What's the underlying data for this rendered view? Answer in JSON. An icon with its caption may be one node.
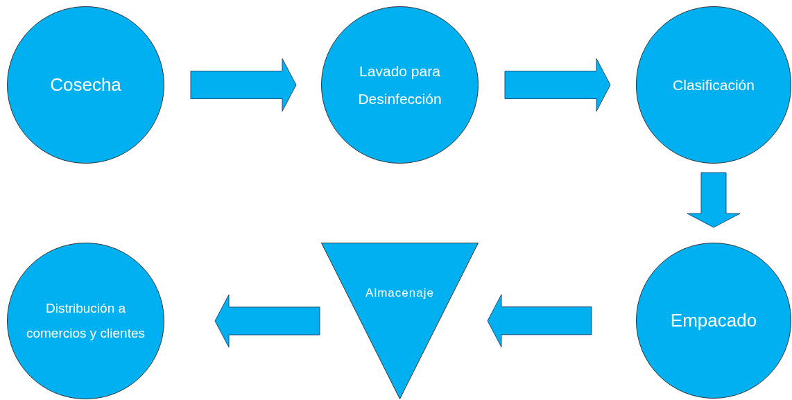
{
  "diagram": {
    "nodes": [
      {
        "text": [
          "Cosecha"
        ]
      },
      {
        "text": [
          "Lavado para Desinfección"
        ]
      },
      {
        "text": [
          "Clasificación"
        ]
      },
      {
        "text": [
          "Empacado"
        ]
      },
      {
        "text": [
          "Almacenaje"
        ]
      },
      {
        "text": [
          "Distribución a comercios y clientes"
        ]
      }
    ],
    "edges": [
      {
        "from": 0,
        "to": 1,
        "arrow": "to"
      },
      {
        "from": 1,
        "to": 2,
        "arrow": "to"
      },
      {
        "from": 2,
        "to": 3,
        "arrow": "to"
      },
      {
        "from": 3,
        "to": 4,
        "arrow": "to"
      },
      {
        "from": 4,
        "to": 5,
        "arrow": "to"
      }
    ]
  }
}
